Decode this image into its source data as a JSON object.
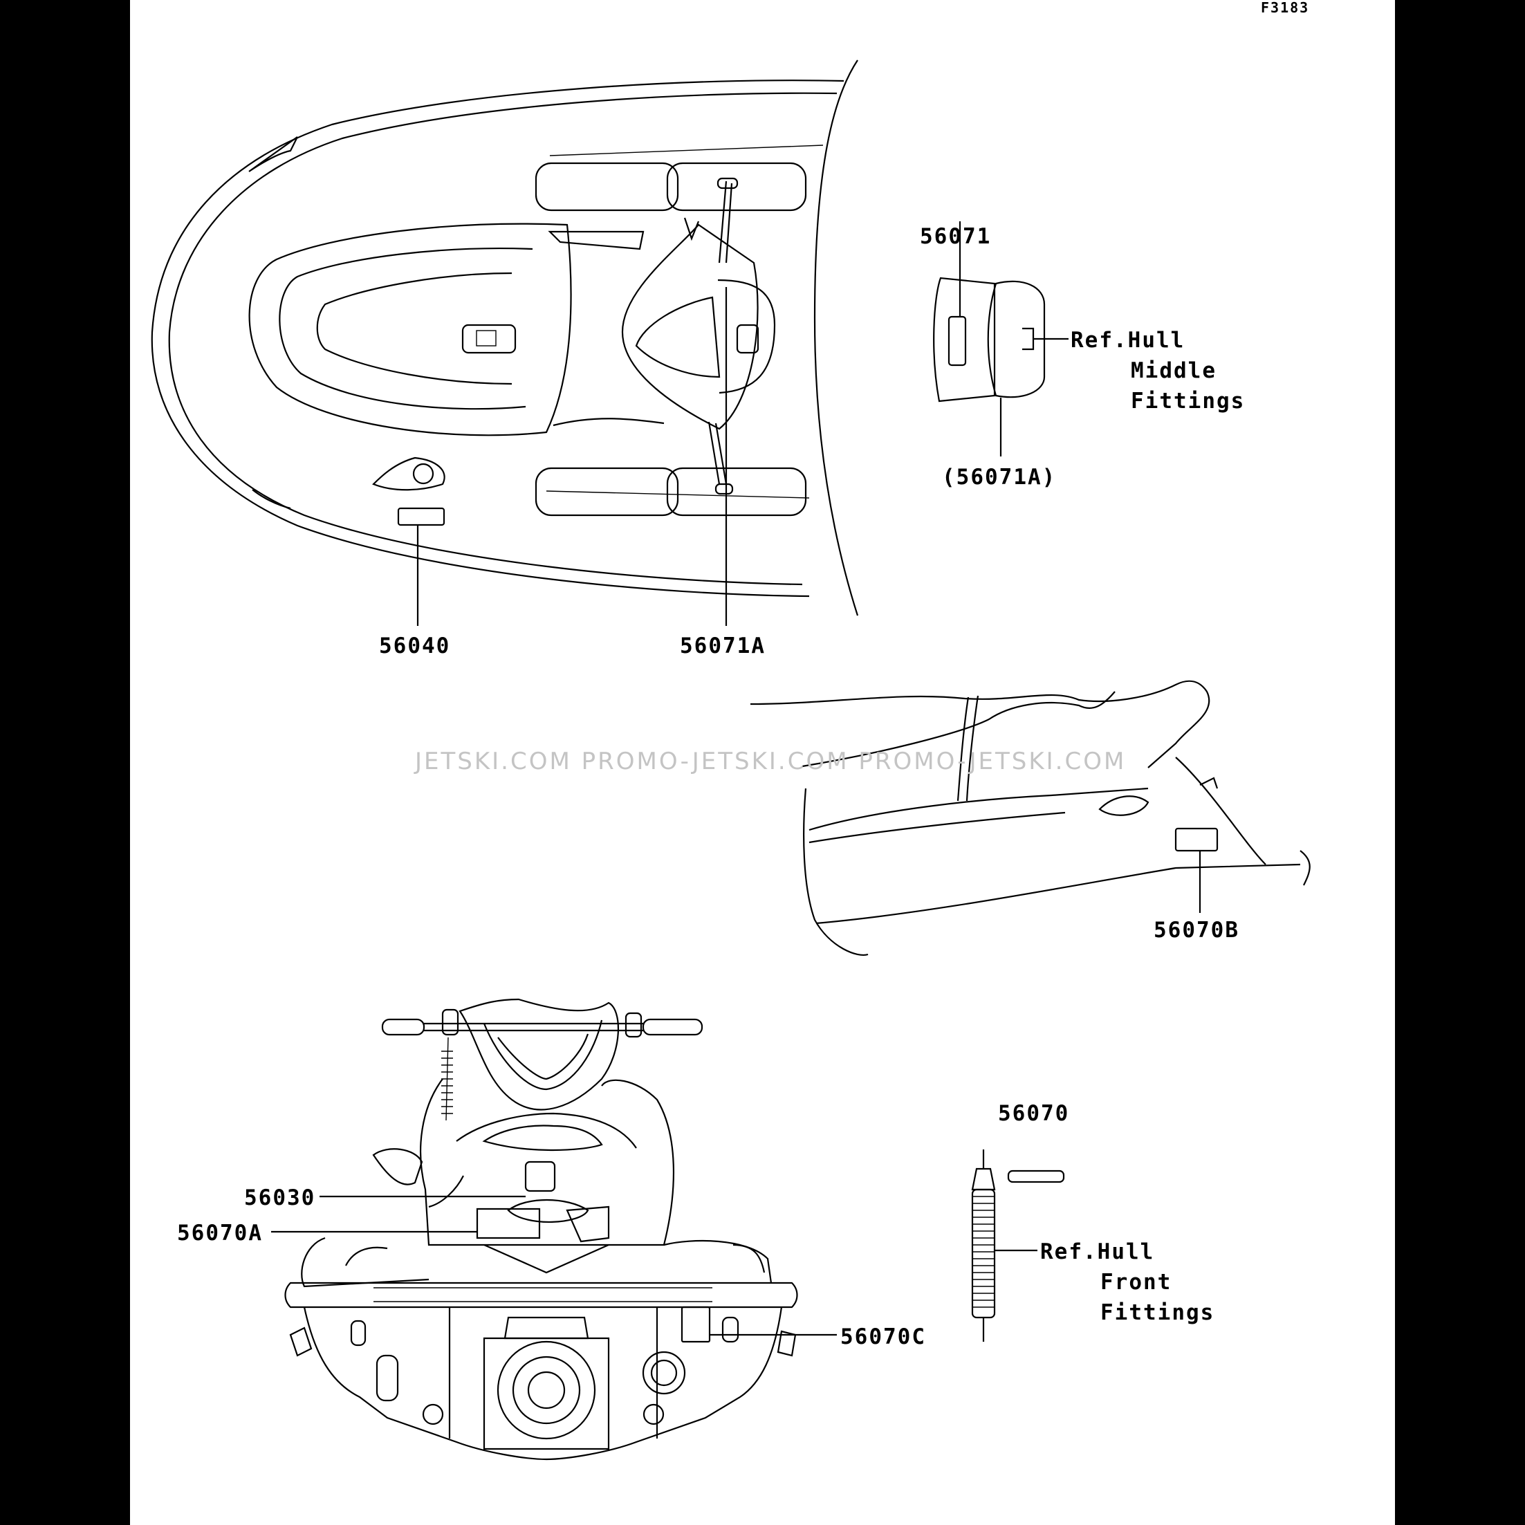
{
  "figure_id": "F3183",
  "watermark": "JETSKI.COM  PROMO-JETSKI.COM  PROMO-JETSKI.COM",
  "callouts": {
    "p56071": "56071",
    "p56071A_paren": "(56071A)",
    "p56040": "56040",
    "p56071A": "56071A",
    "p56070B": "56070B",
    "p56070": "56070",
    "p56030": "56030",
    "p56070A": "56070A",
    "p56070C": "56070C"
  },
  "references": {
    "middle": [
      "Ref.Hull",
      "Middle",
      "Fittings"
    ],
    "front": [
      "Ref.Hull",
      "Front",
      "Fittings"
    ]
  }
}
